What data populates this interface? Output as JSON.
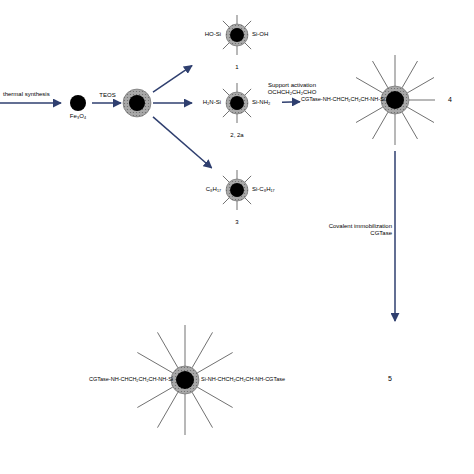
{
  "diagram": {
    "nodes": [
      {
        "text": [
          "Fe₃O₄"
        ]
      },
      {
        "text": []
      },
      {
        "text": [
          "HO-Si",
          "Si-OH",
          "1"
        ]
      },
      {
        "text": [
          "H₂N-Si",
          "Si-NH₂",
          "2, 2a"
        ]
      },
      {
        "text": [
          "C₈H₁₇",
          "Si-C₈H₁₇",
          "3"
        ]
      },
      {
        "text": [
          "CGTase-NH-CHCH₂CH₂CH-NH-Si",
          "4"
        ]
      },
      {
        "text": [
          "CGTase-NH-CHCH₂CH₂CH-NH-Si",
          "Si-NH-CHCH₂CH₂CH-NH-CGTase",
          "5"
        ]
      }
    ],
    "edges": [
      {
        "from": 0,
        "to": 1,
        "label": "TEOS",
        "arrow": "to"
      },
      {
        "from": 1,
        "to": 2,
        "arrow": "to"
      },
      {
        "from": 1,
        "to": 3,
        "arrow": "to"
      },
      {
        "from": 1,
        "to": 4,
        "arrow": "to"
      },
      {
        "from": 3,
        "to": 5,
        "label": "Support activation OCHCH₂CH₂CHO",
        "arrow": "to"
      },
      {
        "from": 5,
        "to": 6,
        "label": "Covalent immobilization CGTase",
        "arrow": "to"
      }
    ],
    "labels": [
      "thermal synthesis"
    ]
  }
}
